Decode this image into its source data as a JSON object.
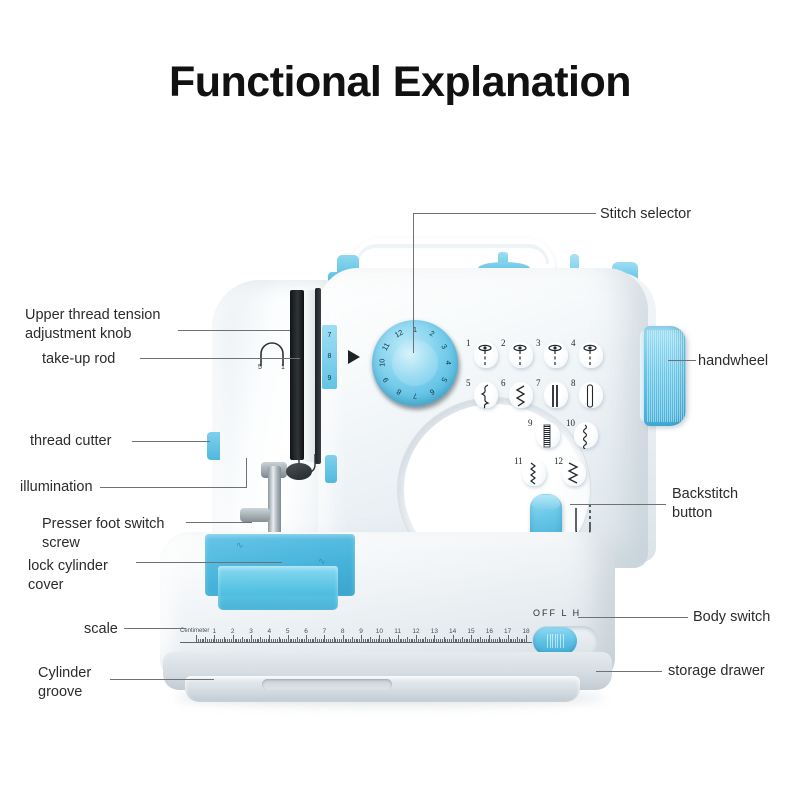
{
  "page": {
    "title": "Functional Explanation",
    "background": "#ffffff",
    "accent_cyan": "#4fb8dd",
    "body_white": "#f2f6f9",
    "text_color": "#2b2b2b"
  },
  "callouts": [
    {
      "id": "stitch-selector",
      "label": "Stitch selector",
      "side": "right"
    },
    {
      "id": "handwheel",
      "label": "handwheel",
      "side": "right"
    },
    {
      "id": "backstitch-button",
      "label": "Backstitch\nbutton",
      "side": "right"
    },
    {
      "id": "body-switch",
      "label": "Body switch",
      "side": "right"
    },
    {
      "id": "storage-drawer",
      "label": "storage drawer",
      "side": "right"
    },
    {
      "id": "upper-tension",
      "label": "Upper thread tension\nadjustment knob",
      "side": "left"
    },
    {
      "id": "take-up-rod",
      "label": "take-up rod",
      "side": "left"
    },
    {
      "id": "thread-cutter",
      "label": "thread cutter",
      "side": "left"
    },
    {
      "id": "illumination",
      "label": "illumination",
      "side": "left"
    },
    {
      "id": "presser-foot",
      "label": "Presser foot switch\nscrew",
      "side": "left"
    },
    {
      "id": "lock-cylinder",
      "label": "lock cylinder\ncover",
      "side": "left"
    },
    {
      "id": "scale",
      "label": "scale",
      "side": "left"
    },
    {
      "id": "cylinder-groove",
      "label": "Cylinder\ngroove",
      "side": "left"
    }
  ],
  "dial": {
    "name": "stitch-selector-dial",
    "numbers": [
      "1",
      "2",
      "3",
      "4",
      "5",
      "6",
      "7",
      "8",
      "9",
      "10",
      "11",
      "12"
    ],
    "color": "#7fd1ee"
  },
  "tension_strip": {
    "numbers": [
      "7",
      "8",
      "9"
    ]
  },
  "stitch_panel": {
    "items": [
      {
        "num": "1",
        "icon": "straight-stitch-icon"
      },
      {
        "num": "2",
        "icon": "straight-stitch-icon"
      },
      {
        "num": "3",
        "icon": "straight-stitch-icon"
      },
      {
        "num": "4",
        "icon": "straight-stitch-icon"
      },
      {
        "num": "5",
        "icon": "wavy-stitch-icon"
      },
      {
        "num": "6",
        "icon": "zigzag-stitch-icon"
      },
      {
        "num": "7",
        "icon": "double-bar-stitch-icon"
      },
      {
        "num": "8",
        "icon": "buttonhole-stitch-icon"
      },
      {
        "num": "9",
        "icon": "satin-stitch-icon"
      },
      {
        "num": "10",
        "icon": "beaded-stitch-icon"
      },
      {
        "num": "11",
        "icon": "narrow-zigzag-stitch-icon"
      },
      {
        "num": "12",
        "icon": "wide-zigzag-stitch-icon"
      }
    ]
  },
  "body_switch": {
    "labels": "OFF  L  H",
    "position": "OFF"
  },
  "ruler": {
    "unit_label": "Centimeter",
    "numbers": [
      "1",
      "2",
      "3",
      "4",
      "5",
      "6",
      "7",
      "8",
      "9",
      "10",
      "11",
      "12",
      "13",
      "14",
      "15",
      "16",
      "17",
      "18"
    ]
  }
}
